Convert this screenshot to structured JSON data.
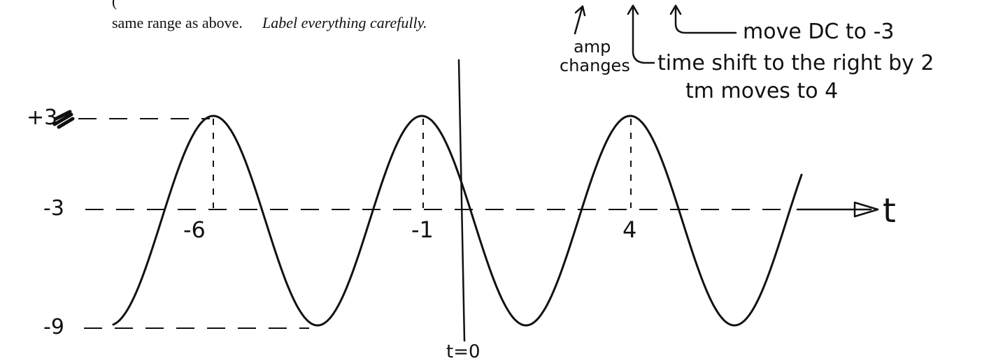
{
  "header": {
    "line1_prefix": "(",
    "line2_plain": "same range as above.",
    "line2_italic": "Label everything carefully."
  },
  "annotations": {
    "amp_line1": "amp",
    "amp_line2": "changes",
    "dc_note": "move DC to -3",
    "shift_line1": "time shift to the right by 2",
    "shift_line2": "tm moves to 4"
  },
  "plot": {
    "axis_label": "t",
    "origin_label": "t=0",
    "y_labels": {
      "top": "+3",
      "mid": "-3",
      "bottom": "-9"
    },
    "x_ticks": [
      "-6",
      "-1",
      "4"
    ]
  },
  "colors": {
    "ink": "#111111",
    "paper": "#ffffff"
  }
}
